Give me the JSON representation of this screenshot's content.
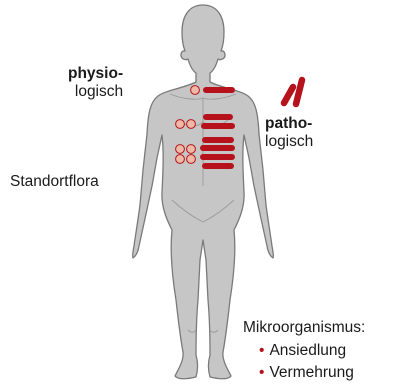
{
  "labels": {
    "physio_bold": "physio-",
    "physio_rest": "logisch",
    "patho_bold": "patho-",
    "patho_rest": "logisch",
    "standortflora": "Standortflora",
    "mikro_heading": "Mikroorganismus:",
    "mikro_items": [
      "Ansiedlung",
      "Vermehrung"
    ]
  },
  "colors": {
    "body_fill": "#c6c6c6",
    "body_outline": "#7a7a7a",
    "bacteria_rod": "#b5121b",
    "coccus_fill": "#f0b9a5",
    "coccus_stroke": "#b5121b",
    "bullet": "#b5121b"
  },
  "icons": [
    "human-body-silhouette",
    "coccus-bacterium-icon",
    "rod-bacterium-icon"
  ]
}
